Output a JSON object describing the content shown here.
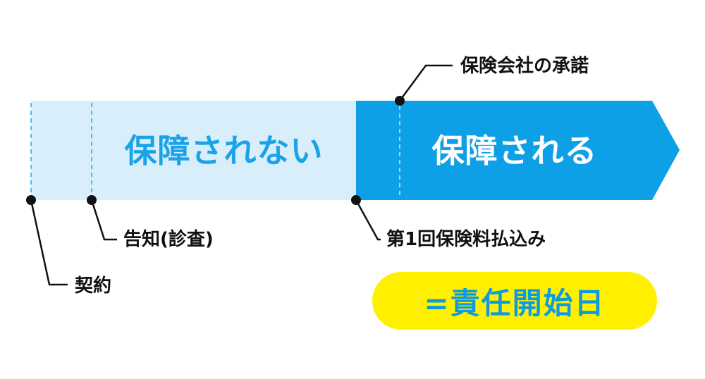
{
  "zones": {
    "uncovered_label": "保障されない",
    "covered_label": "保障される"
  },
  "events": {
    "contract": "契約",
    "notice": "告知(診査)",
    "first_premium": "第1回保険料払込み",
    "insurer_acceptance": "保険会社の承諾"
  },
  "liability_start": "=責任開始日",
  "colors": {
    "uncovered_fill": "#d8effb",
    "covered_fill": "#0ea0e6",
    "uncovered_text": "#1aa3e8",
    "badge_fill": "#fff000",
    "badge_text": "#0b9be0",
    "marker": "#111111"
  }
}
